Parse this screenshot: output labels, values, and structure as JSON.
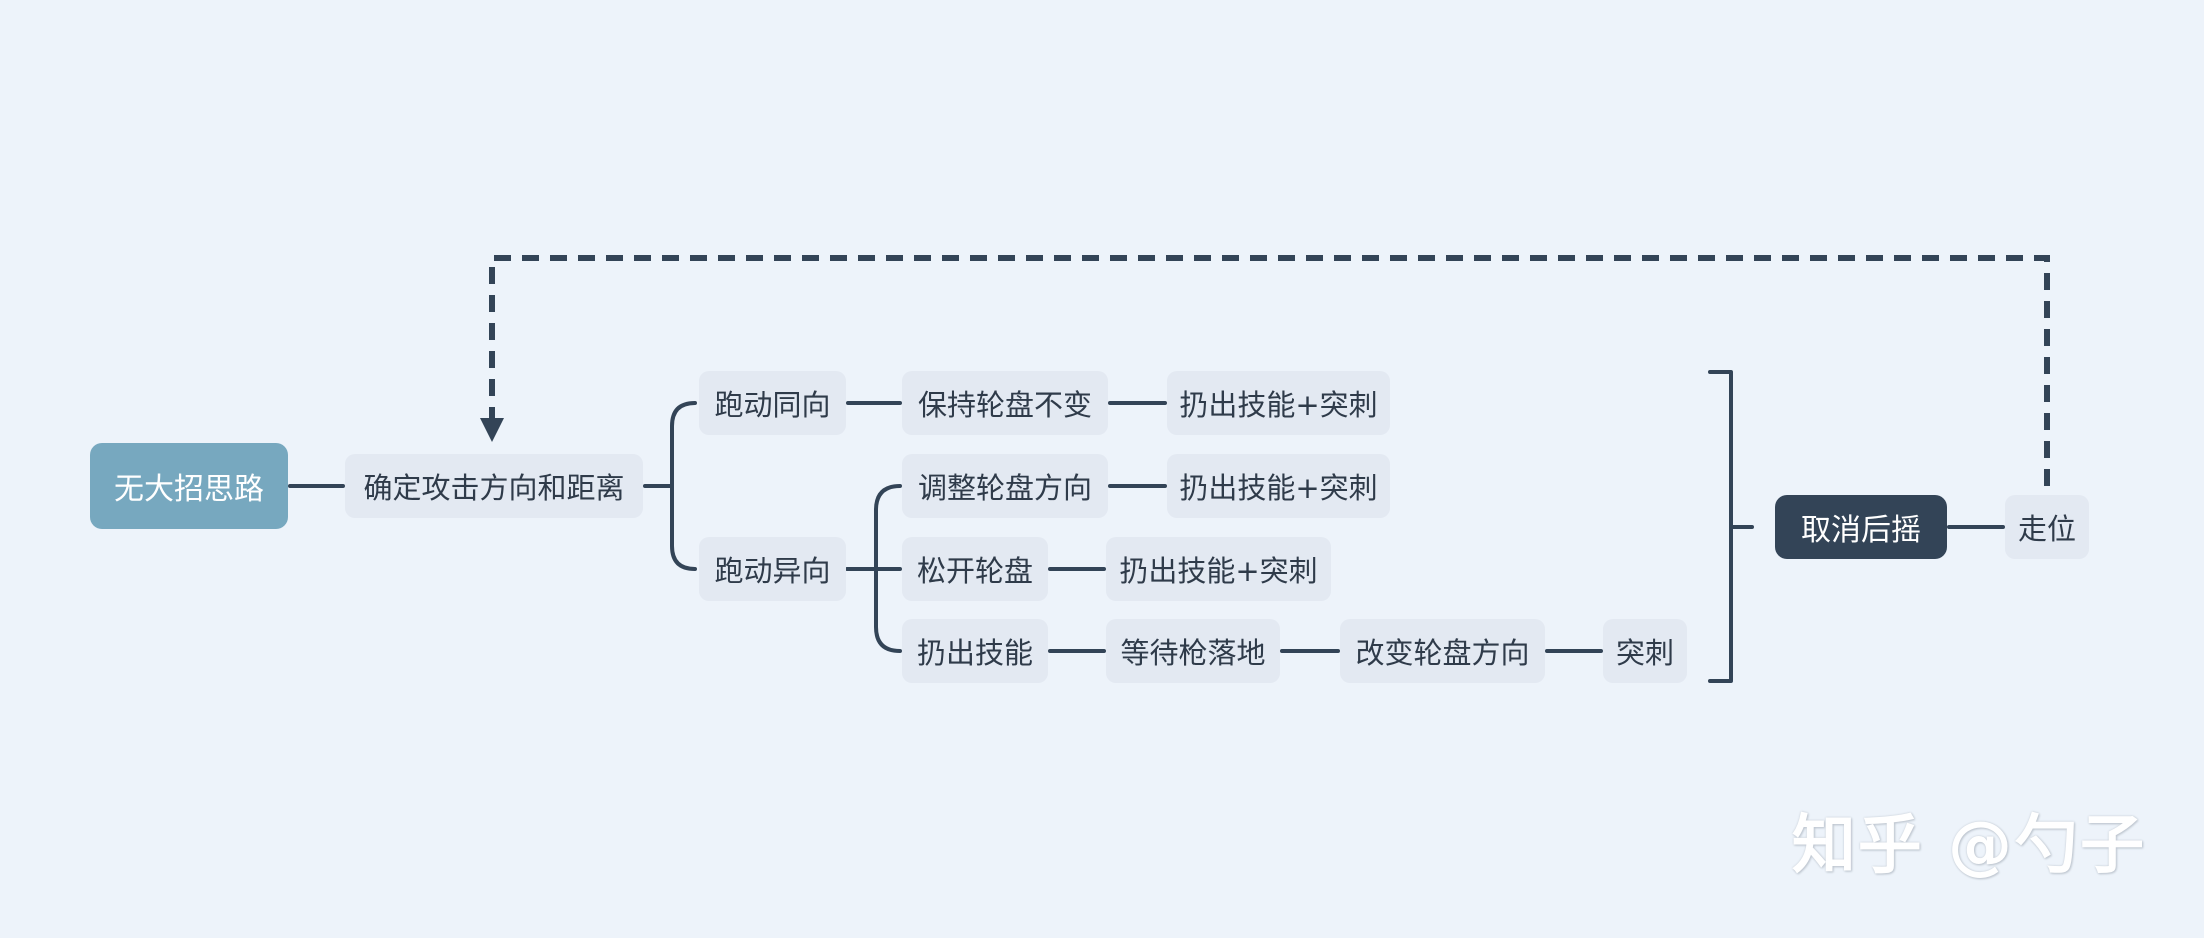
{
  "diagram": {
    "root": "无大招思路",
    "step1": "确定攻击方向和距离",
    "branches": [
      {
        "label": "跑动同向",
        "paths": [
          [
            "保持轮盘不变",
            "扔出技能+突刺"
          ]
        ]
      },
      {
        "label": "跑动异向",
        "paths": [
          [
            "调整轮盘方向",
            "扔出技能+突刺"
          ],
          [
            "松开轮盘",
            "扔出技能+突刺"
          ],
          [
            "扔出技能",
            "等待枪落地",
            "改变轮盘方向",
            "突刺"
          ]
        ]
      }
    ],
    "cancel": "取消后摇",
    "move": "走位"
  },
  "watermark": "知乎 @勺子",
  "colors": {
    "background": "#edf3fa",
    "node_fill": "#e3e9f2",
    "root_fill": "#77a8bf",
    "dark_fill": "#334457",
    "line": "#334457",
    "text": "#2f3b4a"
  }
}
